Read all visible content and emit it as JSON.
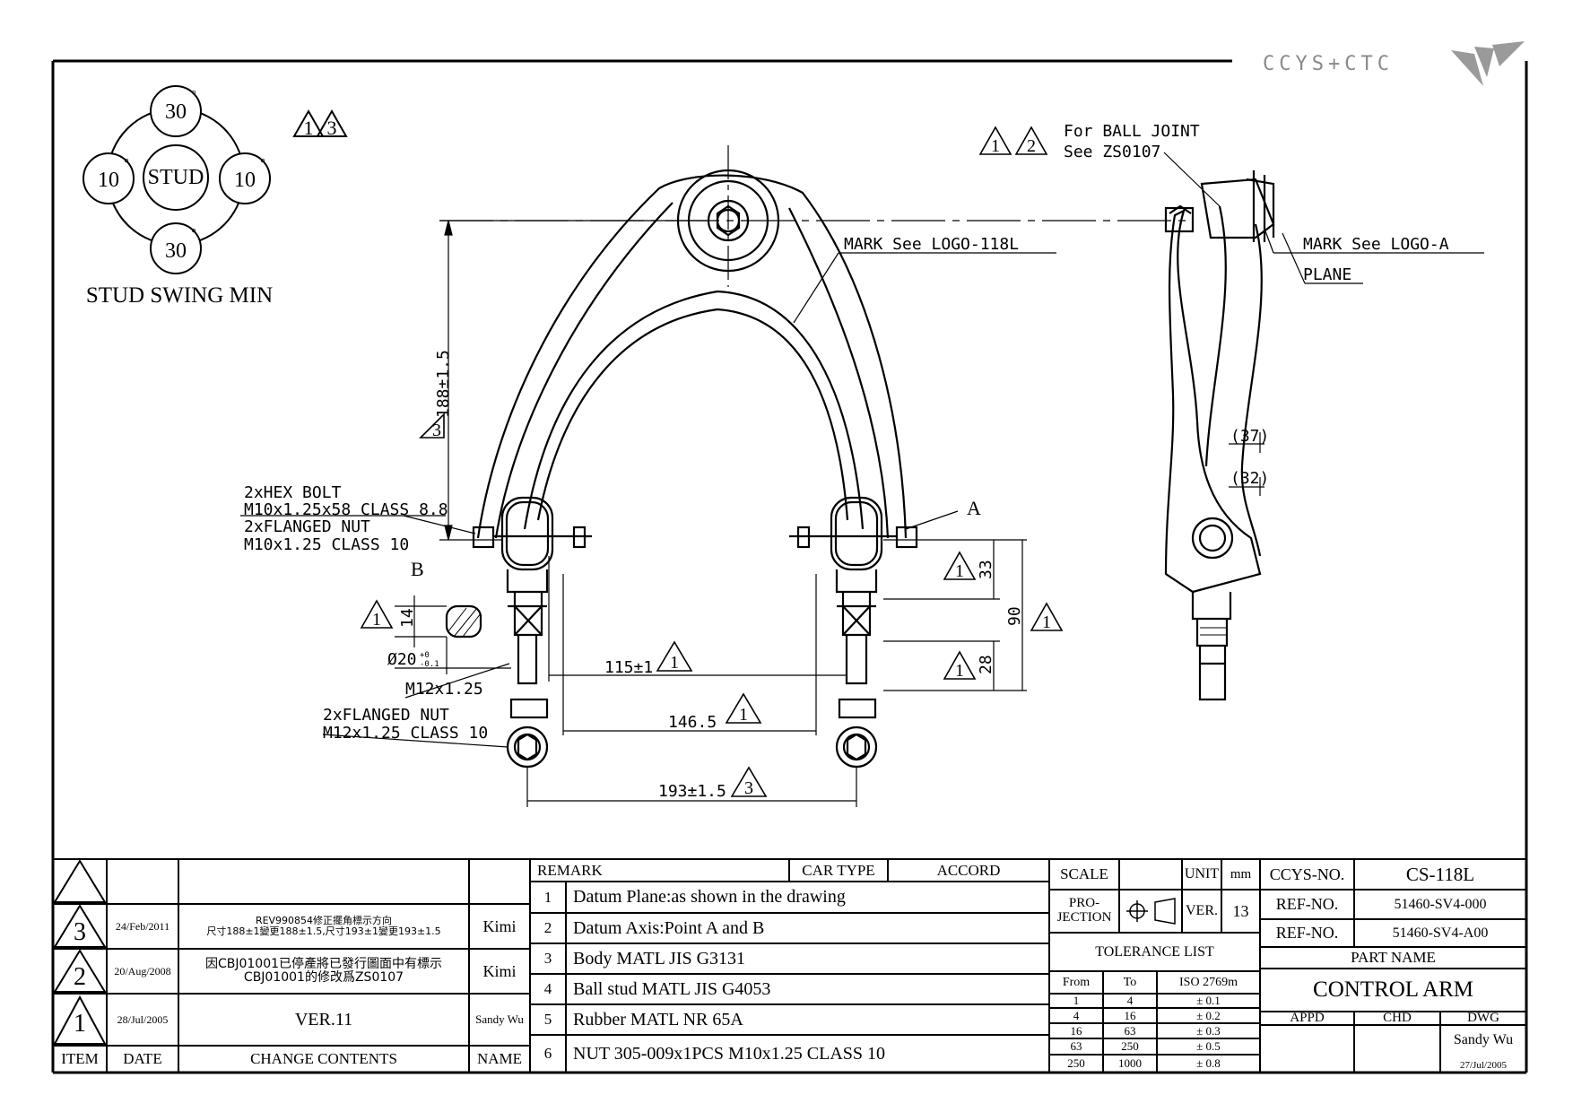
{
  "logo": {
    "text": "CCYS+CTC"
  },
  "stud_swing": {
    "top": "30",
    "bottom": "30",
    "left": "10",
    "right": "10",
    "center": "STUD",
    "degree_mark": "°",
    "caption": "STUD SWING MIN",
    "revs": [
      "1",
      "3"
    ]
  },
  "ball_joint_note": {
    "revs": [
      "1",
      "2"
    ],
    "line1": "For BALL JOINT",
    "line2": "See ZS0107"
  },
  "notes": {
    "mark_front": "MARK See LOGO-118L",
    "mark_side": "MARK See LOGO-A",
    "plane": "PLANE",
    "hex_bolt_1": "2xHEX BOLT",
    "hex_bolt_2": "M10x1.25x58 CLASS 8.8",
    "flanged_nut_1": "2xFLANGED NUT",
    "flanged_nut_2": "M10x1.25 CLASS 10",
    "stud_thread": "M12x1.25",
    "nut_m12_1": "2xFLANGED NUT",
    "nut_m12_2": "M12x1.25 CLASS 10",
    "point_a": "A",
    "point_b": "B"
  },
  "dimensions": {
    "height": "188±1.5",
    "height_rev": "3",
    "d14": "14",
    "d14_rev": "1",
    "d20": "Ø20",
    "d20_tol_hi": "+0",
    "d20_tol_lo": "-0.1",
    "d115": "115±1",
    "d115_rev": "1",
    "d146": "146.5",
    "d146_rev": "1",
    "d193": "193±1.5",
    "d193_rev": "3",
    "d33": "33",
    "d33_rev": "1",
    "d28": "28",
    "d28_rev": "1",
    "d90": "90",
    "d90_rev": "1",
    "d37": "(37)",
    "d32": "(32)"
  },
  "revisions": {
    "header": {
      "item": "ITEM",
      "date": "DATE",
      "change": "CHANGE CONTENTS",
      "name": "NAME"
    },
    "rows": [
      {
        "item": "3",
        "date": "24/Feb/2011",
        "change_1": "REV990854修正擺角標示方向",
        "change_2": "尺寸188±1變更188±1.5,尺寸193±1變更193±1.5",
        "name": "Kimi"
      },
      {
        "item": "2",
        "date": "20/Aug/2008",
        "change_1": "因CBJ01001已停產將已發行圖面中有標示",
        "change_2": "CBJ01001的修改爲ZS0107",
        "name": "Kimi"
      },
      {
        "item": "1",
        "date": "28/Jul/2005",
        "change_1": "VER.11",
        "change_2": "",
        "name": "Sandy Wu"
      }
    ]
  },
  "remarks": {
    "header": "REMARK",
    "car_type_label": "CAR TYPE",
    "car_type": "ACCORD",
    "items": [
      {
        "no": "1",
        "text": "Datum Plane:as shown in the drawing"
      },
      {
        "no": "2",
        "text": "Datum Axis:Point A and B"
      },
      {
        "no": "3",
        "text": "Body MATL JIS G3131"
      },
      {
        "no": "4",
        "text": "Ball stud MATL JIS G4053"
      },
      {
        "no": "5",
        "text": "Rubber MATL NR 65A"
      },
      {
        "no": "6",
        "text": "NUT 305-009x1PCS M10x1.25 CLASS 10"
      }
    ]
  },
  "spec": {
    "scale_label": "SCALE",
    "unit_label": "UNIT",
    "unit": "mm",
    "projection_label_1": "PRO-",
    "projection_label_2": "JECTION",
    "ver_label": "VER.",
    "ver": "13",
    "tolerance_title": "TOLERANCE LIST",
    "tol_header": {
      "from": "From",
      "to": "To",
      "iso": "ISO 2769m"
    },
    "tolerances": [
      {
        "from": "1",
        "to": "4",
        "tol": "± 0.1"
      },
      {
        "from": "4",
        "to": "16",
        "tol": "± 0.2"
      },
      {
        "from": "16",
        "to": "63",
        "tol": "± 0.3"
      },
      {
        "from": "63",
        "to": "250",
        "tol": "± 0.5"
      },
      {
        "from": "250",
        "to": "1000",
        "tol": "± 0.8"
      }
    ]
  },
  "part": {
    "ccys_label": "CCYS-NO.",
    "ccys_no": "CS-118L",
    "ref_label_1": "REF-NO.",
    "ref_no_1": "51460-SV4-000",
    "ref_label_2": "REF-NO.",
    "ref_no_2": "51460-SV4-A00",
    "part_name_label": "PART NAME",
    "part_name": "CONTROL ARM",
    "appd": "APPD",
    "chd": "CHD",
    "dwg": "DWG",
    "drawn_by": "Sandy Wu",
    "drawn_date": "27/Jul/2005"
  }
}
